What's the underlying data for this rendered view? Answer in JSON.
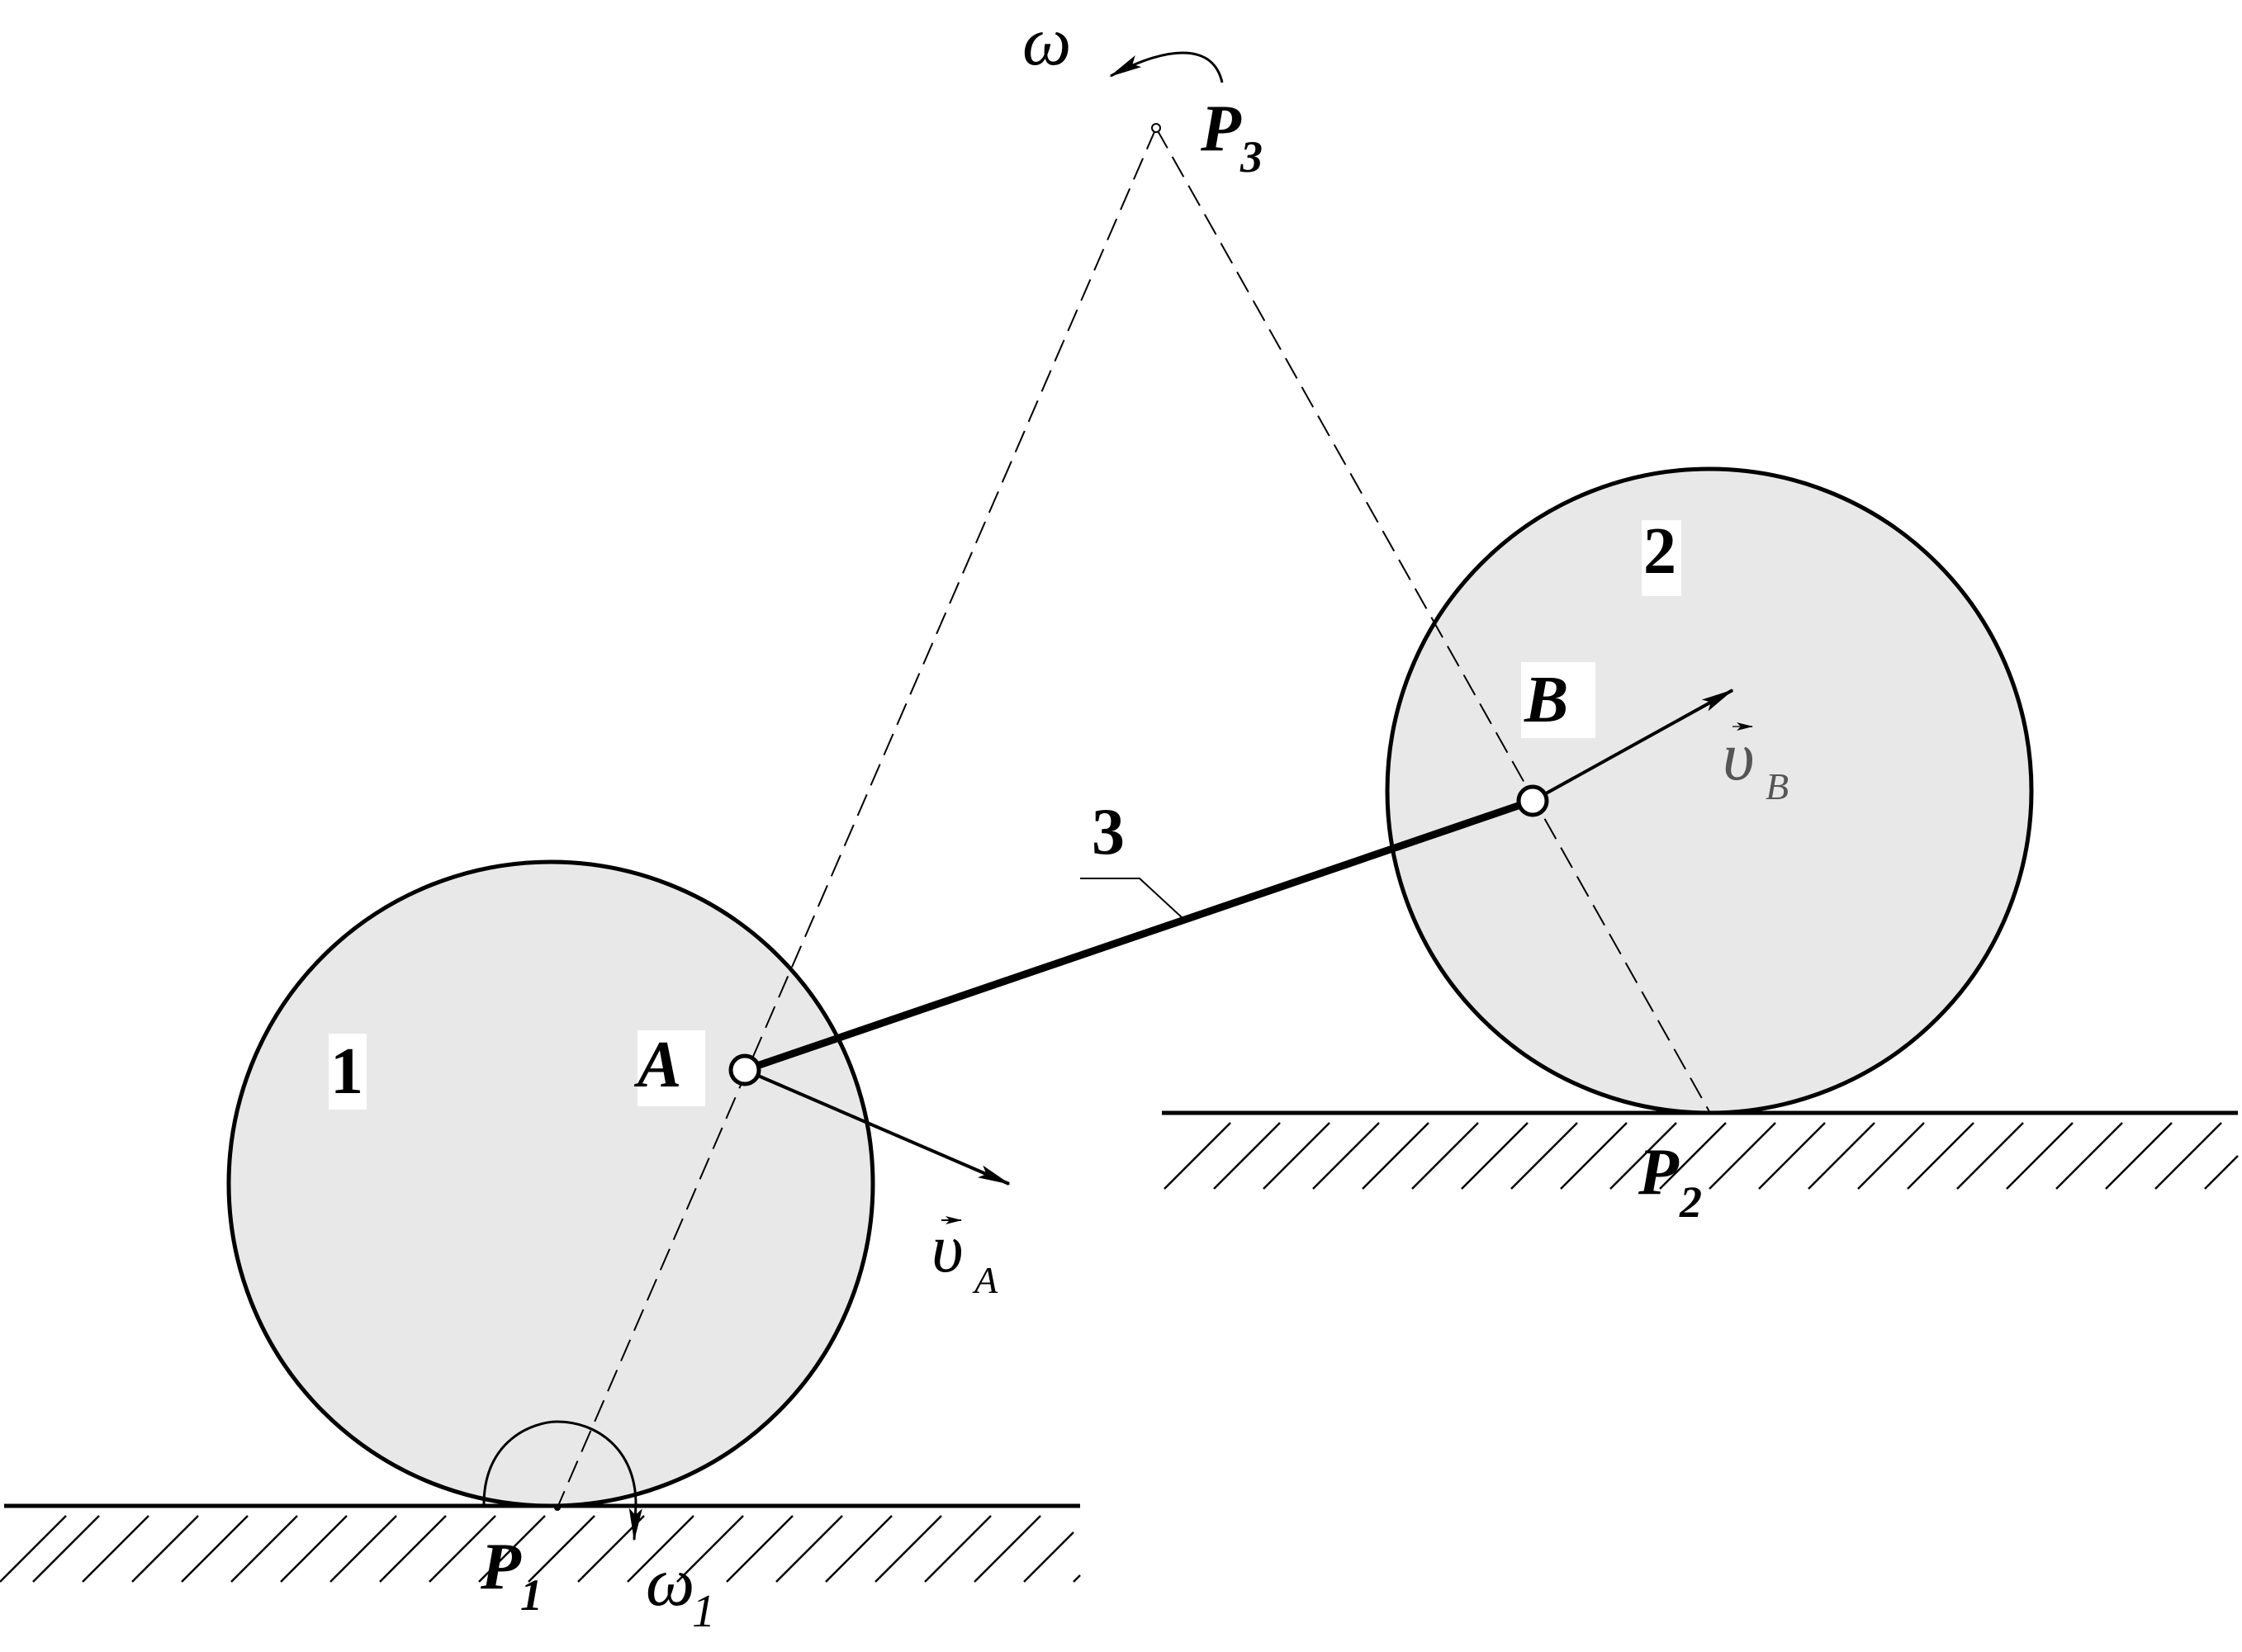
{
  "labels": {
    "wheel1": "1",
    "wheel2": "2",
    "rod": "3",
    "pointA": "A",
    "pointB": "B",
    "p1": "P",
    "p1_sub": "1",
    "p2": "P",
    "p2_sub": "2",
    "p3": "P",
    "p3_sub": "3",
    "omega": "ω",
    "omega1": "ω",
    "omega1_sub": "1",
    "vA": "υ",
    "vA_sub": "A",
    "vB": "υ",
    "vB_sub": "B"
  },
  "colors": {
    "wheel_fill": "#e8e8e8",
    "ink": "#000000"
  }
}
